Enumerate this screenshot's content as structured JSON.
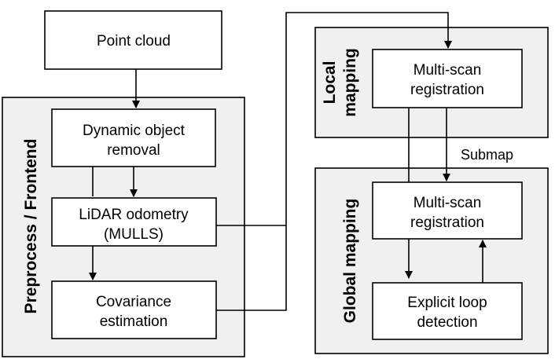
{
  "nodes": {
    "point_cloud": {
      "lines": [
        "Point cloud"
      ]
    },
    "dynamic_object_removal": {
      "lines": [
        "Dynamic object",
        "removal"
      ]
    },
    "lidar_odometry": {
      "lines": [
        "LiDAR odometry",
        "(MULLS)"
      ]
    },
    "covariance_estimation": {
      "lines": [
        "Covariance",
        "estimation"
      ]
    },
    "local_multi_scan": {
      "lines": [
        "Multi-scan",
        "registration"
      ]
    },
    "global_multi_scan": {
      "lines": [
        "Multi-scan",
        "registration"
      ]
    },
    "explicit_loop_detection": {
      "lines": [
        "Explicit loop",
        "detection"
      ]
    }
  },
  "groups": {
    "frontend": {
      "title": "Preprocess / Frontend"
    },
    "local": {
      "title_lines": [
        "Local",
        "mapping"
      ]
    },
    "global": {
      "title": "Global mapping"
    }
  },
  "edges": {
    "submap_label": "Submap"
  },
  "colors": {
    "group_fill": "#f0f0f0",
    "box_fill": "#ffffff",
    "stroke": "#000000"
  }
}
